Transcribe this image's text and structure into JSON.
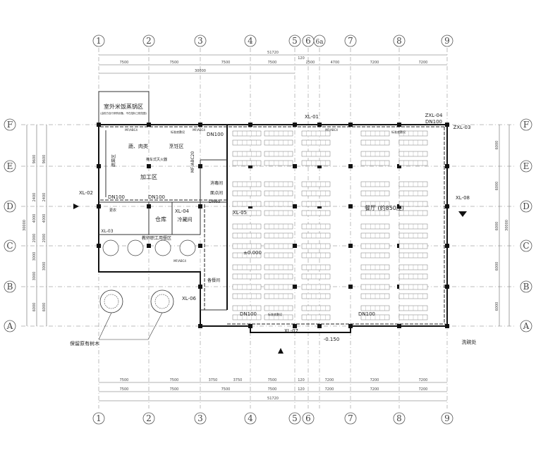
{
  "axes_horizontal": [
    "1",
    "2",
    "3",
    "4",
    "5",
    "6",
    "6a",
    "8",
    "9"
  ],
  "axes_horizontal_extra": "7",
  "axes_vertical": [
    "F",
    "E",
    "D",
    "C",
    "B",
    "A"
  ],
  "dims_top": {
    "total": "51720",
    "left_group": "30000",
    "gap": "120",
    "spans": [
      "7500",
      "7500",
      "7500",
      "7500",
      "2500",
      "4700",
      "7200",
      "7200"
    ]
  },
  "dims_bottom": {
    "total": "51720",
    "row1": [
      "7500",
      "7500",
      "3750",
      "3750",
      "7500",
      "120",
      "7200",
      "7200",
      "7200"
    ],
    "row2": [
      "7500",
      "7500",
      "7500",
      "7500",
      "120",
      "7200",
      "7200",
      "7200"
    ]
  },
  "dims_left": {
    "total": "30000",
    "col1": [
      "9600",
      "2400",
      "4000",
      "2000",
      "3000",
      "3000",
      "6000"
    ],
    "col2": [
      "9600",
      "2400",
      "4000",
      "2000",
      "3000",
      "6000"
    ]
  },
  "dims_right": {
    "total": "30000",
    "spans": [
      "6000",
      "6000",
      "6000",
      "6000",
      "6000"
    ]
  },
  "labels": {
    "outdoor_area": "室外米饭蒸锅区",
    "outdoor_note": "(由校方自行采购设备，不在招标工程范围)",
    "meat_area": "蔬、肉类",
    "cooking_area": "烹饪区",
    "prep_area": "加工区",
    "vegetable_area": "蔬菜区",
    "fire_system": "推车式灭火器",
    "foam_room": "消毒间",
    "heat_room": "面点间",
    "dn65": "DN65",
    "dn100_top": "DN100",
    "dn100_left": "DN100",
    "dn100_mid": "DN100",
    "dn100_bottom": "DN100",
    "dn100_right_top": "DN100",
    "dn100_right_bottom": "DN100",
    "warehouse": "仓库",
    "cold_room": "冷藏间",
    "staff_dining": "教师职工用餐区",
    "changing": "更衣",
    "dish_room": "备餐间",
    "dining_hall": "餐厅 (约850座)",
    "elevation_main": "±0.000",
    "elevation_low": "-0.150",
    "wash_station": "洗碗处",
    "trees": "保留原有树木",
    "mfabc_items": [
      "MF/ABC4",
      "MF/ABC4",
      "MF/ABC4",
      "MF/ABC4"
    ],
    "pipe_note_top": "标准底敷设",
    "pipe_note_bottom": "标准底敷设",
    "pipe_note_right": "标准底敷设",
    "mf_abc_vertical": "MF/ABC20"
  },
  "pipe_tags": {
    "xl01": "XL-01",
    "xl02": "XL-02",
    "xl03": "XL-03",
    "xl04": "XL-04",
    "xl05": "XL-05",
    "xl06": "XL-06",
    "xl07": "XL-07",
    "xl08": "XL-08",
    "zxl03": "ZXL-03",
    "zxl04": "ZXL-04"
  }
}
